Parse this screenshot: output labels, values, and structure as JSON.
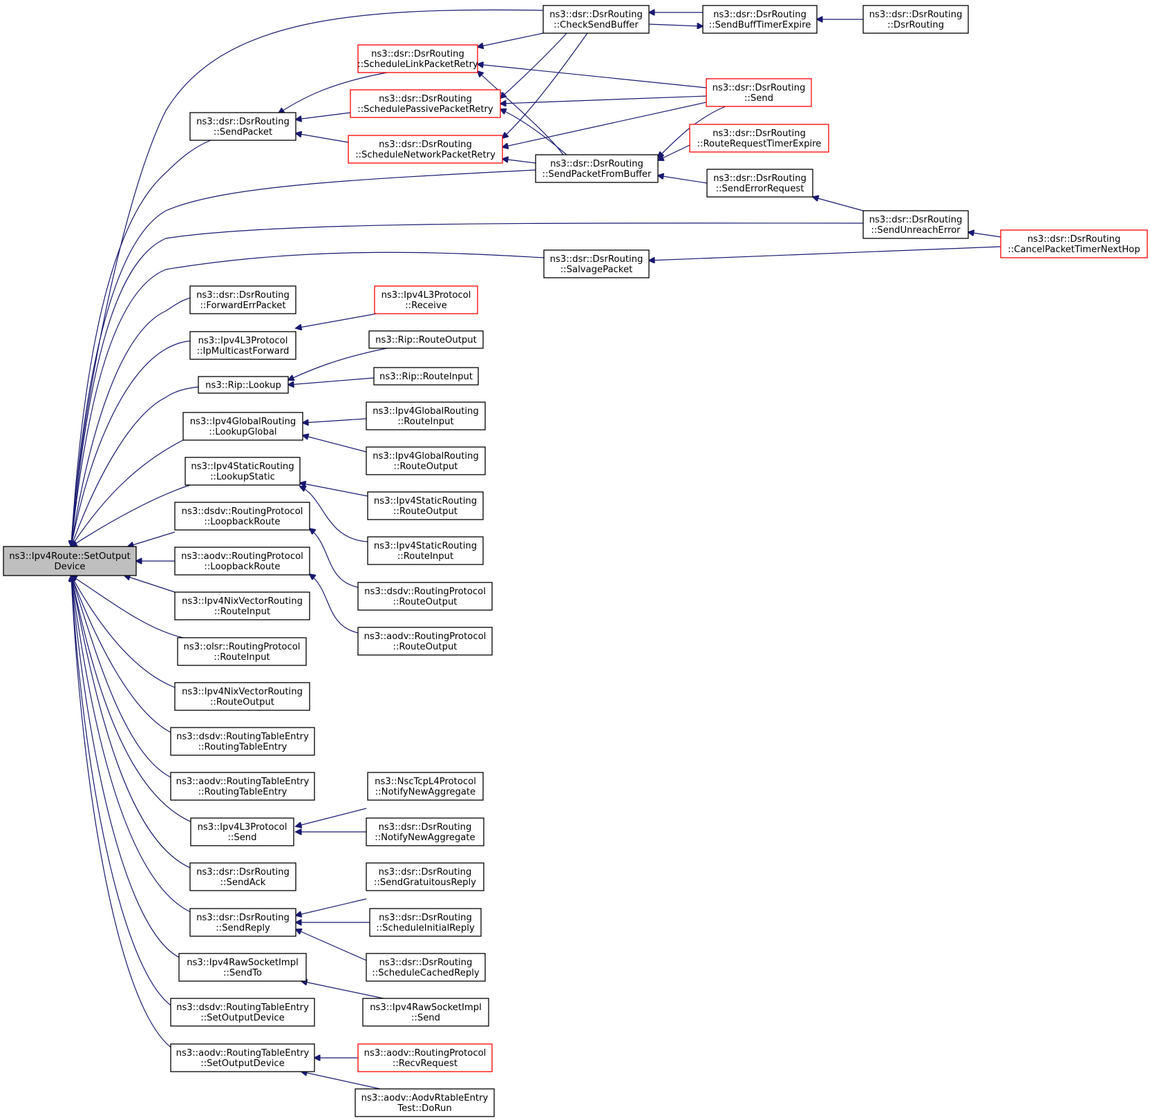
{
  "colors": {
    "edge": "#191970",
    "normal_border": "#000000",
    "truncated_border": "#ff0000",
    "focus_fill": "#bfbfbf",
    "fill": "#ffffff"
  },
  "nodes": [
    {
      "id": "focus",
      "lines": [
        "ns3::Ipv4Route::SetOutput",
        "Device"
      ],
      "kind": "focus"
    },
    {
      "id": "CheckSendBuffer",
      "lines": [
        "ns3::dsr::DsrRouting",
        "::CheckSendBuffer"
      ],
      "kind": "normal"
    },
    {
      "id": "SendBuffTimerExpire",
      "lines": [
        "ns3::dsr::DsrRouting",
        "::SendBuffTimerExpire"
      ],
      "kind": "normal"
    },
    {
      "id": "DsrRoutingCtor",
      "lines": [
        "ns3::dsr::DsrRouting",
        "::DsrRouting"
      ],
      "kind": "normal"
    },
    {
      "id": "ScheduleLinkPacketRetry",
      "lines": [
        "ns3::dsr::DsrRouting",
        "::ScheduleLinkPacketRetry"
      ],
      "kind": "truncated"
    },
    {
      "id": "DsrSend",
      "lines": [
        "ns3::dsr::DsrRouting",
        "::Send"
      ],
      "kind": "truncated"
    },
    {
      "id": "SchedulePassivePacketRetry",
      "lines": [
        "ns3::dsr::DsrRouting",
        "::SchedulePassivePacketRetry"
      ],
      "kind": "truncated"
    },
    {
      "id": "SendPacket",
      "lines": [
        "ns3::dsr::DsrRouting",
        "::SendPacket"
      ],
      "kind": "normal"
    },
    {
      "id": "ScheduleNetworkPacketRetry",
      "lines": [
        "ns3::dsr::DsrRouting",
        "::ScheduleNetworkPacketRetry"
      ],
      "kind": "truncated"
    },
    {
      "id": "RouteRequestTimerExpire",
      "lines": [
        "ns3::dsr::DsrRouting",
        "::RouteRequestTimerExpire"
      ],
      "kind": "truncated"
    },
    {
      "id": "SendPacketFromBuffer",
      "lines": [
        "ns3::dsr::DsrRouting",
        "::SendPacketFromBuffer"
      ],
      "kind": "normal"
    },
    {
      "id": "SendErrorRequest",
      "lines": [
        "ns3::dsr::DsrRouting",
        "::SendErrorRequest"
      ],
      "kind": "normal"
    },
    {
      "id": "SendUnreachError",
      "lines": [
        "ns3::dsr::DsrRouting",
        "::SendUnreachError"
      ],
      "kind": "normal"
    },
    {
      "id": "CancelPacketTimerNextHop",
      "lines": [
        "ns3::dsr::DsrRouting",
        "::CancelPacketTimerNextHop"
      ],
      "kind": "truncated"
    },
    {
      "id": "SalvagePacket",
      "lines": [
        "ns3::dsr::DsrRouting",
        "::SalvagePacket"
      ],
      "kind": "normal"
    },
    {
      "id": "ForwardErrPacket",
      "lines": [
        "ns3::dsr::DsrRouting",
        "::ForwardErrPacket"
      ],
      "kind": "normal"
    },
    {
      "id": "Ipv4L3Receive",
      "lines": [
        "ns3::Ipv4L3Protocol",
        "::Receive"
      ],
      "kind": "truncated"
    },
    {
      "id": "IpMulticastForward",
      "lines": [
        "ns3::Ipv4L3Protocol",
        "::IpMulticastForward"
      ],
      "kind": "normal"
    },
    {
      "id": "RipRouteOutput",
      "lines": [
        "ns3::Rip::RouteOutput"
      ],
      "kind": "normal"
    },
    {
      "id": "RipLookup",
      "lines": [
        "ns3::Rip::Lookup"
      ],
      "kind": "normal"
    },
    {
      "id": "RipRouteInput",
      "lines": [
        "ns3::Rip::RouteInput"
      ],
      "kind": "normal"
    },
    {
      "id": "GlobalRouteInput",
      "lines": [
        "ns3::Ipv4GlobalRouting",
        "::RouteInput"
      ],
      "kind": "normal"
    },
    {
      "id": "LookupGlobal",
      "lines": [
        "ns3::Ipv4GlobalRouting",
        "::LookupGlobal"
      ],
      "kind": "normal"
    },
    {
      "id": "GlobalRouteOutput",
      "lines": [
        "ns3::Ipv4GlobalRouting",
        "::RouteOutput"
      ],
      "kind": "normal"
    },
    {
      "id": "LookupStatic",
      "lines": [
        "ns3::Ipv4StaticRouting",
        "::LookupStatic"
      ],
      "kind": "normal"
    },
    {
      "id": "StaticRouteOutput",
      "lines": [
        "ns3::Ipv4StaticRouting",
        "::RouteOutput"
      ],
      "kind": "normal"
    },
    {
      "id": "DsdvLoopbackRoute",
      "lines": [
        "ns3::dsdv::RoutingProtocol",
        "::LoopbackRoute"
      ],
      "kind": "normal"
    },
    {
      "id": "StaticRouteInput",
      "lines": [
        "ns3::Ipv4StaticRouting",
        "::RouteInput"
      ],
      "kind": "normal"
    },
    {
      "id": "AodvLoopbackRoute",
      "lines": [
        "ns3::aodv::RoutingProtocol",
        "::LoopbackRoute"
      ],
      "kind": "normal"
    },
    {
      "id": "DsdvRouteOutput",
      "lines": [
        "ns3::dsdv::RoutingProtocol",
        "::RouteOutput"
      ],
      "kind": "normal"
    },
    {
      "id": "NixRouteInput",
      "lines": [
        "ns3::Ipv4NixVectorRouting",
        "::RouteInput"
      ],
      "kind": "normal"
    },
    {
      "id": "AodvRouteOutput",
      "lines": [
        "ns3::aodv::RoutingProtocol",
        "::RouteOutput"
      ],
      "kind": "normal"
    },
    {
      "id": "OlsrRouteInput",
      "lines": [
        "ns3::olsr::RoutingProtocol",
        "::RouteInput"
      ],
      "kind": "normal"
    },
    {
      "id": "NixRouteOutput",
      "lines": [
        "ns3::Ipv4NixVectorRouting",
        "::RouteOutput"
      ],
      "kind": "normal"
    },
    {
      "id": "DsdvRTE",
      "lines": [
        "ns3::dsdv::RoutingTableEntry",
        "::RoutingTableEntry"
      ],
      "kind": "normal"
    },
    {
      "id": "AodvRTE",
      "lines": [
        "ns3::aodv::RoutingTableEntry",
        "::RoutingTableEntry"
      ],
      "kind": "normal"
    },
    {
      "id": "NscNotify",
      "lines": [
        "ns3::NscTcpL4Protocol",
        "::NotifyNewAggregate"
      ],
      "kind": "normal"
    },
    {
      "id": "Ipv4L3Send",
      "lines": [
        "ns3::Ipv4L3Protocol",
        "::Send"
      ],
      "kind": "normal"
    },
    {
      "id": "DsrNotify",
      "lines": [
        "ns3::dsr::DsrRouting",
        "::NotifyNewAggregate"
      ],
      "kind": "normal"
    },
    {
      "id": "SendAck",
      "lines": [
        "ns3::dsr::DsrRouting",
        "::SendAck"
      ],
      "kind": "normal"
    },
    {
      "id": "SendGratuitousReply",
      "lines": [
        "ns3::dsr::DsrRouting",
        "::SendGratuitousReply"
      ],
      "kind": "normal"
    },
    {
      "id": "SendReply",
      "lines": [
        "ns3::dsr::DsrRouting",
        "::SendReply"
      ],
      "kind": "normal"
    },
    {
      "id": "ScheduleInitialReply",
      "lines": [
        "ns3::dsr::DsrRouting",
        "::ScheduleInitialReply"
      ],
      "kind": "normal"
    },
    {
      "id": "RawSendTo",
      "lines": [
        "ns3::Ipv4RawSocketImpl",
        "::SendTo"
      ],
      "kind": "normal"
    },
    {
      "id": "ScheduleCachedReply",
      "lines": [
        "ns3::dsr::DsrRouting",
        "::ScheduleCachedReply"
      ],
      "kind": "normal"
    },
    {
      "id": "RawSend",
      "lines": [
        "ns3::Ipv4RawSocketImpl",
        "::Send"
      ],
      "kind": "normal"
    },
    {
      "id": "DsdvSetOutputDevice",
      "lines": [
        "ns3::dsdv::RoutingTableEntry",
        "::SetOutputDevice"
      ],
      "kind": "normal"
    },
    {
      "id": "AodvRecvRequest",
      "lines": [
        "ns3::aodv::RoutingProtocol",
        "::RecvRequest"
      ],
      "kind": "truncated"
    },
    {
      "id": "AodvSetOutputDevice",
      "lines": [
        "ns3::aodv::RoutingTableEntry",
        "::SetOutputDevice"
      ],
      "kind": "normal"
    },
    {
      "id": "AodvRtableTest",
      "lines": [
        "ns3::aodv::AodvRtableEntry",
        "Test::DoRun"
      ],
      "kind": "normal"
    }
  ]
}
